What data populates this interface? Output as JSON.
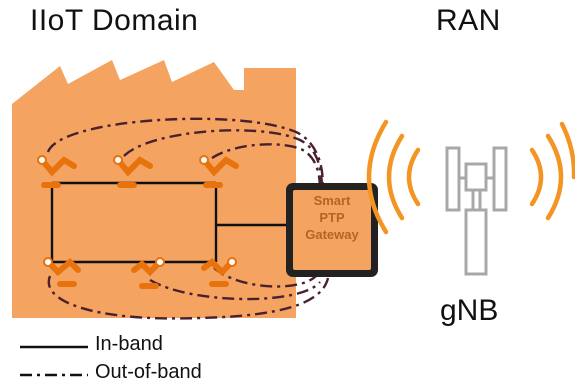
{
  "titles": {
    "iiot": "IIoT Domain",
    "ran": "RAN"
  },
  "gateway": {
    "line1": "Smart",
    "line2": "PTP",
    "line3": "Gateway"
  },
  "gnb": {
    "label": "gNB"
  },
  "legend": {
    "in_band": "In-band",
    "out_of_band": "Out-of-band"
  },
  "colors": {
    "factory": "#f4a460",
    "robot": "#e8720c",
    "signal": "#f39423",
    "gateway_border": "#222222",
    "gateway_text": "#b5651d",
    "oob_line": "#4a2030"
  }
}
